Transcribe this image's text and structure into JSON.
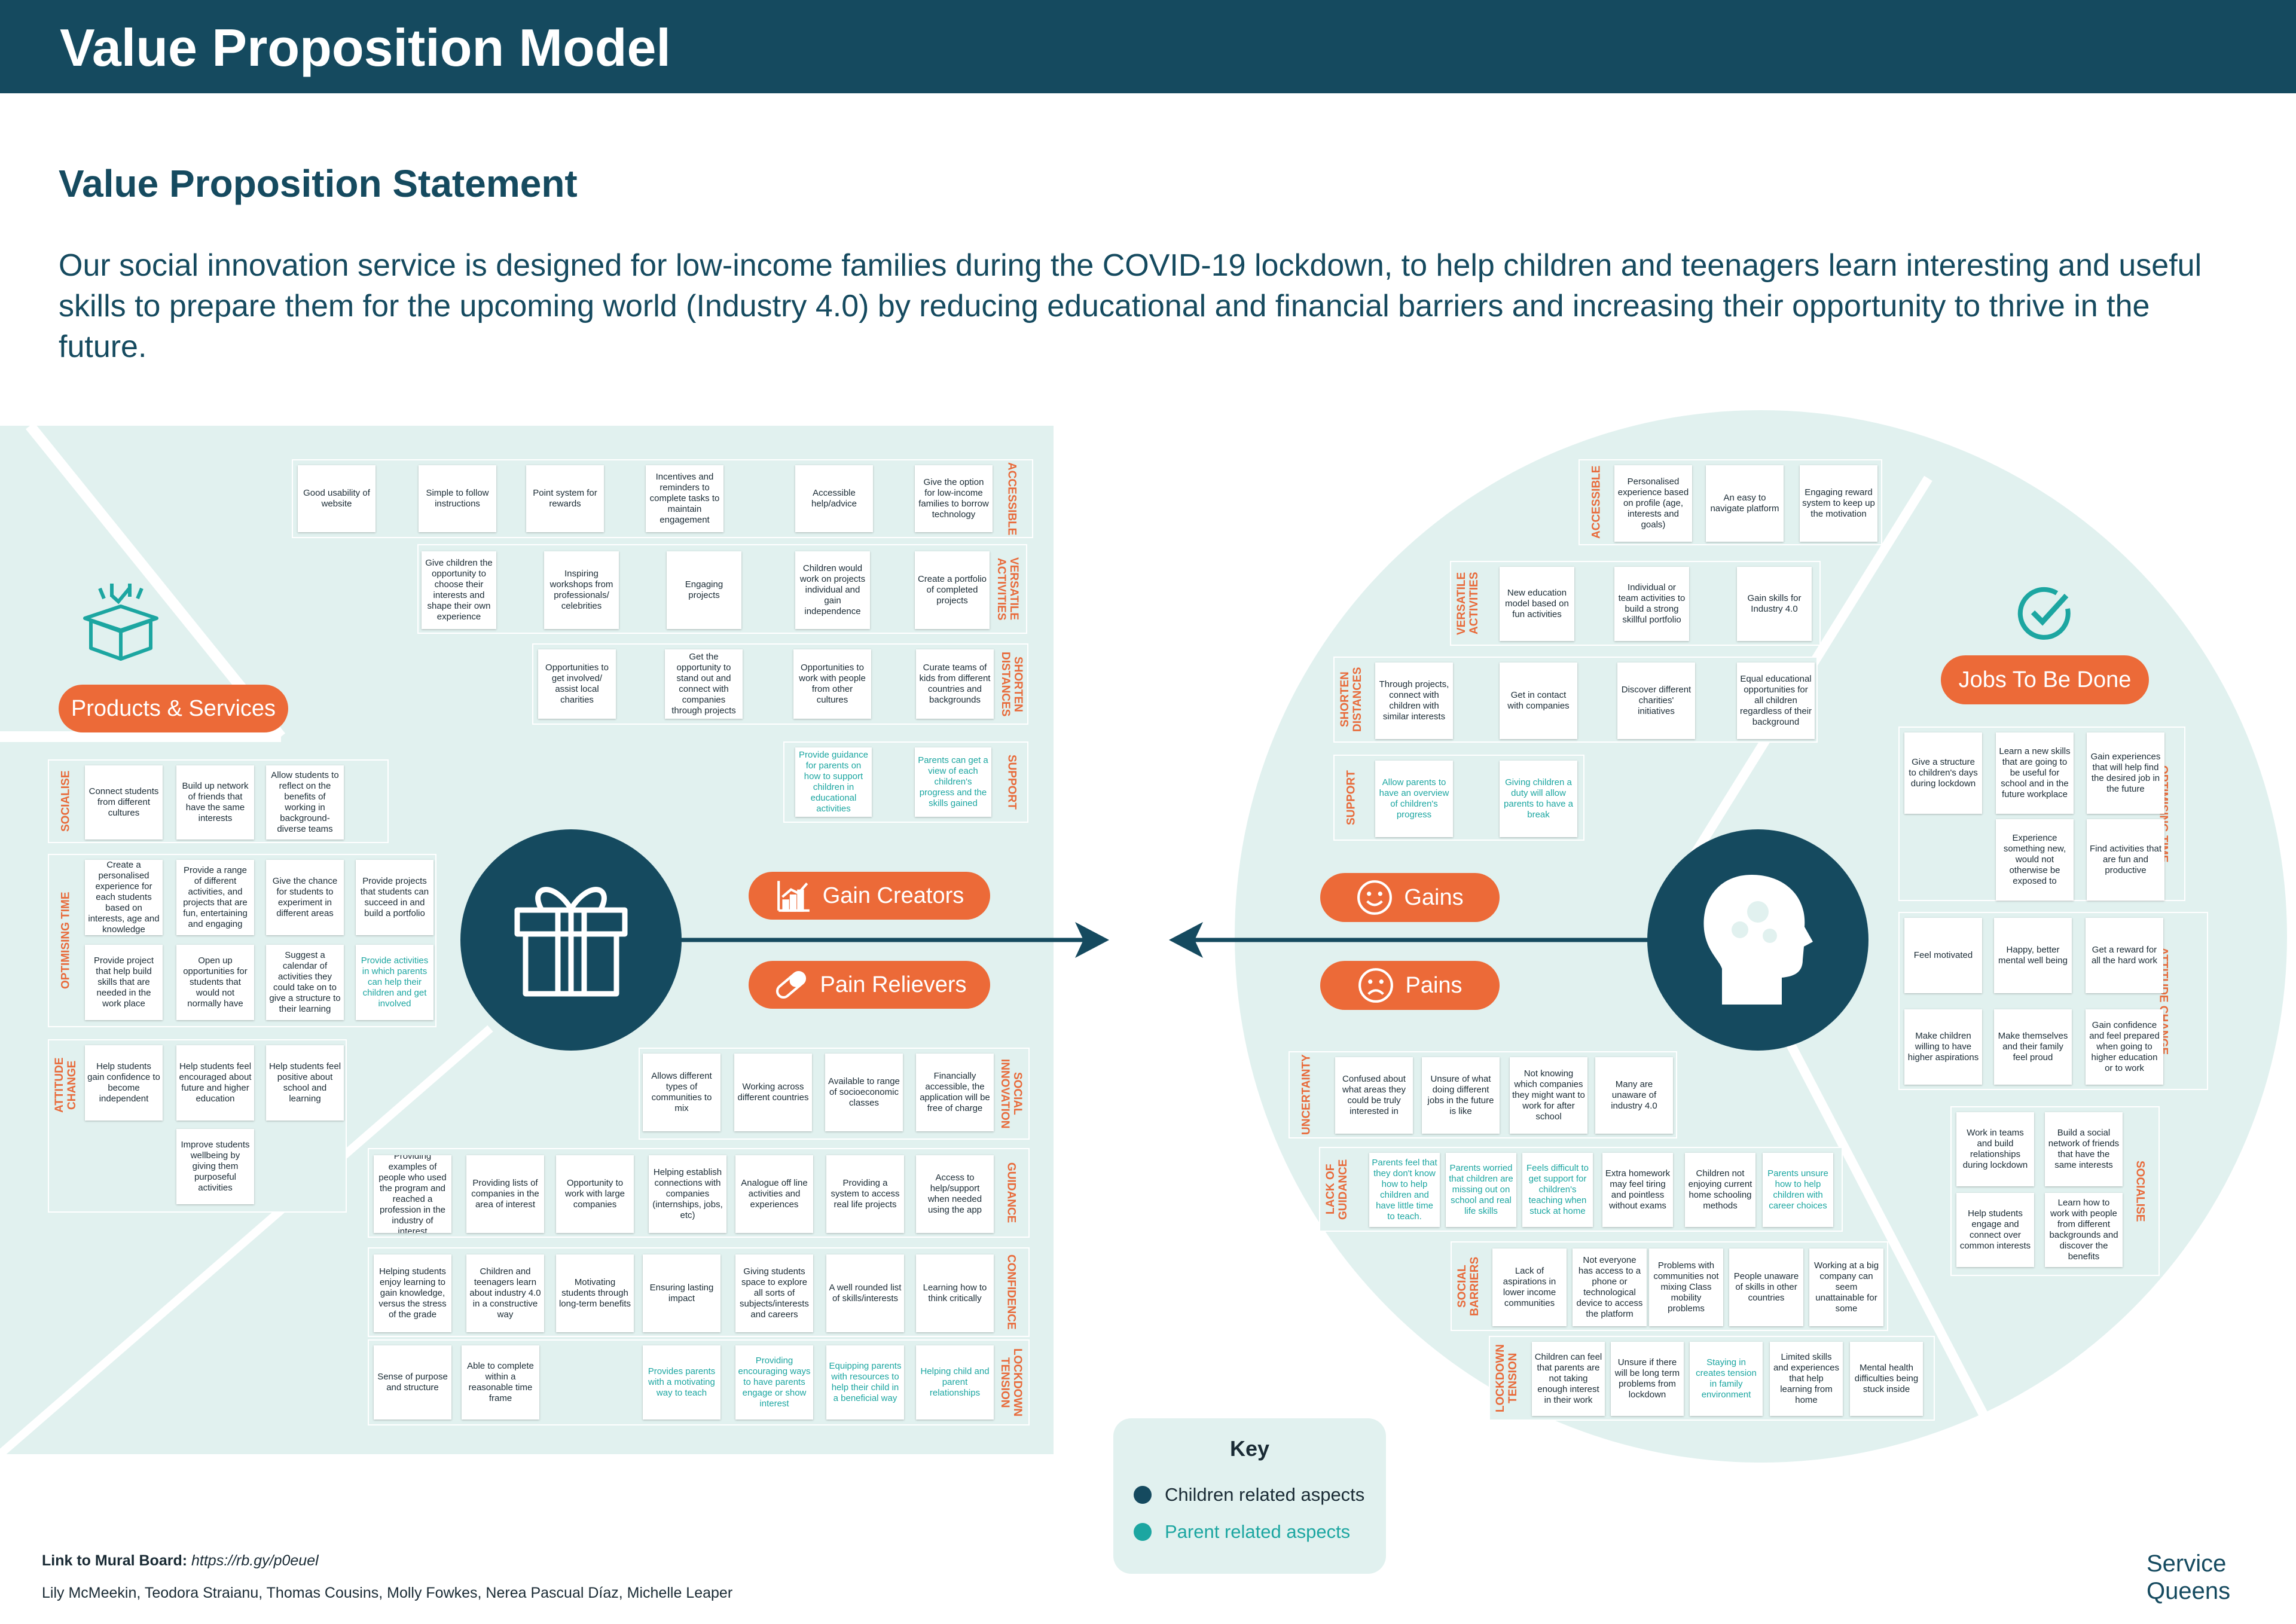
{
  "title": "Value Proposition Model",
  "statement": {
    "heading": "Value Proposition Statement",
    "text": "Our social innovation service is designed for low-income families during the COVID-19 lockdown, to help children and teenagers learn interesting and useful skills to prepare them for the upcoming world (Industry 4.0) by reducing educational and financial barriers and increasing their opportunity to thrive in the future."
  },
  "labels": {
    "products": "Products & Services",
    "gain_creators": "Gain Creators",
    "pain_relievers": "Pain Relievers",
    "gains": "Gains",
    "pains": "Pains",
    "jobs": "Jobs To Be Done"
  },
  "key": {
    "title": "Key",
    "children": "Children related aspects",
    "parent": "Parent related aspects",
    "children_color": "#154a5f",
    "parent_color": "#1ca6a1"
  },
  "footer": {
    "mural_label": "Link to Mural Board:",
    "mural_url": "https://rb.gy/p0euel",
    "authors": "Lily McMeekin, Teodora Straianu, Thomas Cousins, Molly Fowkes, Nerea Pascual Díaz, Michelle Leaper",
    "logo_line1": "Service",
    "logo_line2": "Queens"
  },
  "colors": {
    "banner": "#154a5f",
    "accent": "#ec6a38",
    "panel": "#e1f1ef",
    "parent_text": "#1ca6a1"
  },
  "icons": {
    "products": "gift-icon",
    "products_box": "open-box-icon",
    "gain_creators": "growth-chart-icon",
    "pain_relievers": "pill-icon",
    "gains": "smile-icon",
    "pains": "frown-icon",
    "customer": "head-profile-icon",
    "jobs": "checkmark-icon"
  },
  "sections": [
    {
      "label": "ACCESSIBLE",
      "notes": [
        [
          "Good usability of website",
          ""
        ],
        [
          "Simple to follow instructions",
          ""
        ],
        [
          "Point system for rewards",
          ""
        ],
        [
          "Incentives and reminders to complete tasks to maintain engagement",
          ""
        ],
        [
          "Accessible help/advice",
          ""
        ],
        [
          "Give the option for low-income families to borrow technology",
          ""
        ]
      ]
    },
    {
      "label": "VERSATILE ACTIVITIES",
      "notes": [
        [
          "Give children the opportunity to choose their interests and shape their own experience",
          ""
        ],
        [
          "Inspiring workshops from professionals/ celebrities",
          ""
        ],
        [
          "Engaging projects",
          ""
        ],
        [
          "Children would work on projects individual and gain independence",
          ""
        ],
        [
          "Create a portfolio of completed projects",
          ""
        ]
      ]
    },
    {
      "label": "SHORTEN DISTANCES",
      "notes": [
        [
          "Opportunities to get involved/ assist local charities",
          ""
        ],
        [
          "Get the opportunity to stand out and connect with companies through projects",
          ""
        ],
        [
          "Opportunities to work with people from other cultures",
          ""
        ],
        [
          "Curate teams of kids from different countries and backgrounds",
          ""
        ]
      ]
    },
    {
      "label": "SUPPORT",
      "notes": [
        [
          "Provide guidance for parents on how to support children in educational activities",
          "p"
        ],
        [
          "Parents can get a view of each children's progress and the skills gained",
          "p"
        ]
      ]
    },
    {
      "label": "SOCIALISE",
      "notes": [
        [
          "Connect students from different cultures",
          ""
        ],
        [
          "Build up network of friends that have the same interests",
          ""
        ],
        [
          "Allow students to reflect on the benefits of working in background-diverse teams",
          ""
        ]
      ]
    },
    {
      "label": "OPTIMISING TIME",
      "notes": [
        [
          "Create a personalised experience for each students based on interests, age and knowledge",
          ""
        ],
        [
          "Provide a range of different activities, and projects that are fun, entertaining and engaging",
          ""
        ],
        [
          "Give the chance for students to experiment in different areas",
          ""
        ],
        [
          "Provide projects that students can succeed in and build a portfolio",
          ""
        ],
        [
          "Provide project that help build skills that are needed in the work place",
          ""
        ],
        [
          "Open up opportunities for students that would not normally have",
          ""
        ],
        [
          "Suggest a calendar of activities they could take on to give a structure to their learning",
          ""
        ],
        [
          "Provide activities in which parents can help their children and get involved",
          "p"
        ]
      ]
    },
    {
      "label": "ATTITUDE CHANGE",
      "notes": [
        [
          "Help students gain confidence to become independent",
          ""
        ],
        [
          "Help students feel encouraged about future and higher education",
          ""
        ],
        [
          "Help students feel positive about school and learning",
          ""
        ],
        [
          "Improve students wellbeing by giving them purposeful activities",
          ""
        ]
      ]
    },
    {
      "label": "SOCIAL INNOVATION",
      "notes": [
        [
          "Allows different types of communities to mix",
          ""
        ],
        [
          "Working across different countries",
          ""
        ],
        [
          "Available to range of socioeconomic classes",
          ""
        ],
        [
          "Financially accessible, the application will be free of charge",
          ""
        ]
      ]
    },
    {
      "label": "GUIDANCE",
      "notes": [
        [
          "Providing examples of people who used the program and reached a profession in the industry of interest",
          ""
        ],
        [
          "Providing lists of companies in the area of interest",
          ""
        ],
        [
          "Opportunity to work with large companies",
          ""
        ],
        [
          "Helping establish connections with companies (internships, jobs, etc)",
          ""
        ],
        [
          "Analogue off line activities and experiences",
          ""
        ],
        [
          "Providing a system to access real life projects",
          ""
        ],
        [
          "Access to help/support when needed using the app",
          ""
        ]
      ]
    },
    {
      "label": "CONFIDENCE",
      "notes": [
        [
          "Helping students enjoy learning to gain knowledge, versus the stress of the grade",
          ""
        ],
        [
          "Children and teenagers learn about industry 4.0 in a constructive way",
          ""
        ],
        [
          "Motivating students through long-term benefits",
          ""
        ],
        [
          "Ensuring lasting impact",
          ""
        ],
        [
          "Giving students space to explore all sorts of subjects/interests and careers",
          ""
        ],
        [
          "A well rounded list of skills/interests",
          ""
        ],
        [
          "Learning how to think critically",
          ""
        ]
      ]
    },
    {
      "label": "LOCKDOWN TENSION",
      "notes": [
        [
          "Sense of purpose and structure",
          ""
        ],
        [
          "Able to complete within a reasonable time frame",
          ""
        ],
        [
          "Provides parents with a motivating way to teach",
          "p"
        ],
        [
          "Providing encouraging ways to have parents engage or show interest",
          "p"
        ],
        [
          "Equipping parents with resources to help their child in a beneficial way",
          "p"
        ],
        [
          "Helping child and parent relationships",
          "p"
        ]
      ]
    },
    {
      "label": "ACCESSIBLE",
      "notes": [
        [
          "Personalised experience based on profile (age, interests and goals)",
          ""
        ],
        [
          "An easy to navigate platform",
          ""
        ],
        [
          "Engaging reward system to keep up the motivation",
          ""
        ]
      ]
    },
    {
      "label": "VERSATILE ACTIVITIES",
      "notes": [
        [
          "New education model based on fun activities",
          ""
        ],
        [
          "Individual or team activities to build a strong skillful portfolio",
          ""
        ],
        [
          "Gain skills for Industry 4.0",
          ""
        ]
      ]
    },
    {
      "label": "SHORTEN DISTANCES",
      "notes": [
        [
          "Through projects, connect with children with similar interests",
          ""
        ],
        [
          "Get in contact with companies",
          ""
        ],
        [
          "Discover different charities' initiatives",
          ""
        ],
        [
          "Equal educational opportunities for all children regardless of their background",
          ""
        ]
      ]
    },
    {
      "label": "SUPPORT",
      "notes": [
        [
          "Allow parents to have an overview of children's progress",
          "p"
        ],
        [
          "Giving children a duty will allow parents to have a break",
          "p"
        ]
      ]
    },
    {
      "label": "OPTIMISING TIME",
      "notes": [
        [
          "Give a structure to children's days during lockdown",
          ""
        ],
        [
          "Learn a new skills that are going to be useful for school and in the future workplace",
          ""
        ],
        [
          "Gain experiences that will help find the desired job in the future",
          ""
        ],
        [
          "Experience something new, would not otherwise be exposed to",
          ""
        ],
        [
          "Find activities that are fun and productive",
          ""
        ]
      ]
    },
    {
      "label": "ATTITUDE CHANGE",
      "notes": [
        [
          "Feel motivated",
          ""
        ],
        [
          "Happy, better mental well being",
          ""
        ],
        [
          "Get a reward for all the hard work",
          ""
        ],
        [
          "Make children willing to have higher aspirations",
          ""
        ],
        [
          "Make themselves and their family feel proud",
          ""
        ],
        [
          "Gain confidence and feel prepared when going to higher education or to work",
          ""
        ]
      ]
    },
    {
      "label": "SOCIALISE",
      "notes": [
        [
          "Work in teams and build relationships during lockdown",
          ""
        ],
        [
          "Build a social network of friends that have the same interests",
          ""
        ],
        [
          "Help students engage and connect over common interests",
          ""
        ],
        [
          "Learn how to work with people from different backgrounds and discover the benefits",
          ""
        ]
      ]
    },
    {
      "label": "UNCERTAINTY",
      "notes": [
        [
          "Confused about what areas they could be truly interested in",
          ""
        ],
        [
          "Unsure of what doing different jobs in the future is like",
          ""
        ],
        [
          "Not knowing which companies they might want to work for after school",
          ""
        ],
        [
          "Many are unaware of industry 4.0",
          ""
        ]
      ]
    },
    {
      "label": "LACK OF GUIDANCE",
      "notes": [
        [
          "Parents feel that they don't know how to help children and have little time to teach.",
          "p"
        ],
        [
          "Parents worried that children are missing out on school and real life skills",
          "p"
        ],
        [
          "Feels difficult to get support for children's teaching when stuck at home",
          "p"
        ],
        [
          "Extra homework may feel tiring and pointless without exams",
          ""
        ],
        [
          "Children not enjoying current home schooling methods",
          ""
        ],
        [
          "Parents unsure how to help children with career choices",
          "p"
        ]
      ]
    },
    {
      "label": "SOCIAL BARRIERS",
      "notes": [
        [
          "Lack of aspirations in lower income communities",
          ""
        ],
        [
          "Not everyone has access to a phone or technological device to access the platform",
          ""
        ],
        [
          "Problems with communities not mixing Class mobility problems",
          ""
        ],
        [
          "People unaware of skills in other countries",
          ""
        ],
        [
          "Working at a big company can seem unattainable for some",
          ""
        ]
      ]
    },
    {
      "label": "LOCKDOWN TENSION",
      "notes": [
        [
          "Children can feel that parents are not taking enough interest in their work",
          ""
        ],
        [
          "Unsure if there will be long term problems from lockdown",
          ""
        ],
        [
          "Staying in creates tension in family environment",
          "p"
        ],
        [
          "Limited skills and experiences that help learning from home",
          ""
        ],
        [
          "Mental health difficulties being stuck inside",
          ""
        ]
      ]
    }
  ]
}
